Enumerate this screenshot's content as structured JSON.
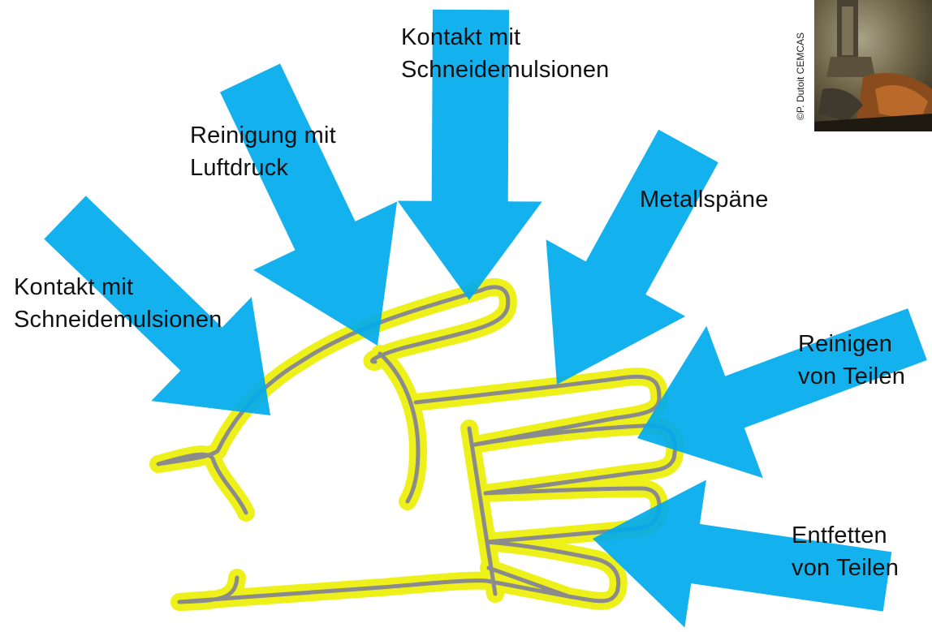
{
  "colors": {
    "arrow": "#00aaee",
    "glove_glow": "#eef01a",
    "glove_line": "#8b8b8b",
    "background": "#ffffff",
    "text": "#111111"
  },
  "labels": {
    "top_contact": {
      "line1": "Kontakt mit",
      "line2": "Schneidemulsionen"
    },
    "air_cleaning": {
      "line1": "Reinigung mit",
      "line2": "Luftdruck"
    },
    "metal_chips": {
      "line1": "Metallspäne"
    },
    "left_contact": {
      "line1": "Kontakt mit",
      "line2": "Schneidemulsionen"
    },
    "cleaning_parts": {
      "line1": "Reinigen",
      "line2": "von Teilen"
    },
    "degreasing_parts": {
      "line1": "Entfetten",
      "line2": "von Teilen"
    }
  },
  "photo": {
    "credit": "©P. Dutoit CEMCAS",
    "subject": "machining-worker-photo"
  },
  "icons": {
    "glove": "glove-outline-icon",
    "arrow": "arrow-icon"
  }
}
